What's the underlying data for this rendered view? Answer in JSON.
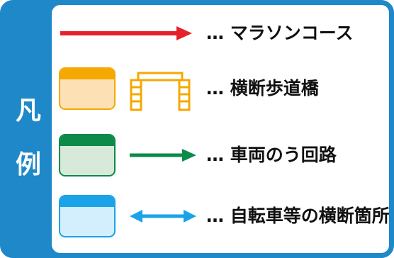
{
  "legend": {
    "title": [
      "凡",
      "例"
    ],
    "items": [
      {
        "label": "… マラソンコース",
        "color": "#e6212a"
      },
      {
        "label": "… 横断歩道橋",
        "color": "#f5a800",
        "fill": "#fde0b3"
      },
      {
        "label": "… 車両のう回路",
        "color": "#0b8a4a",
        "fill": "#d7ead9"
      },
      {
        "label": "… 自転車等の横断箇所",
        "color": "#1aa3e8",
        "fill": "#d3eefc"
      }
    ]
  },
  "colors": {
    "frame": "#1e88c9",
    "background": "#ffffff",
    "text": "#111111"
  }
}
